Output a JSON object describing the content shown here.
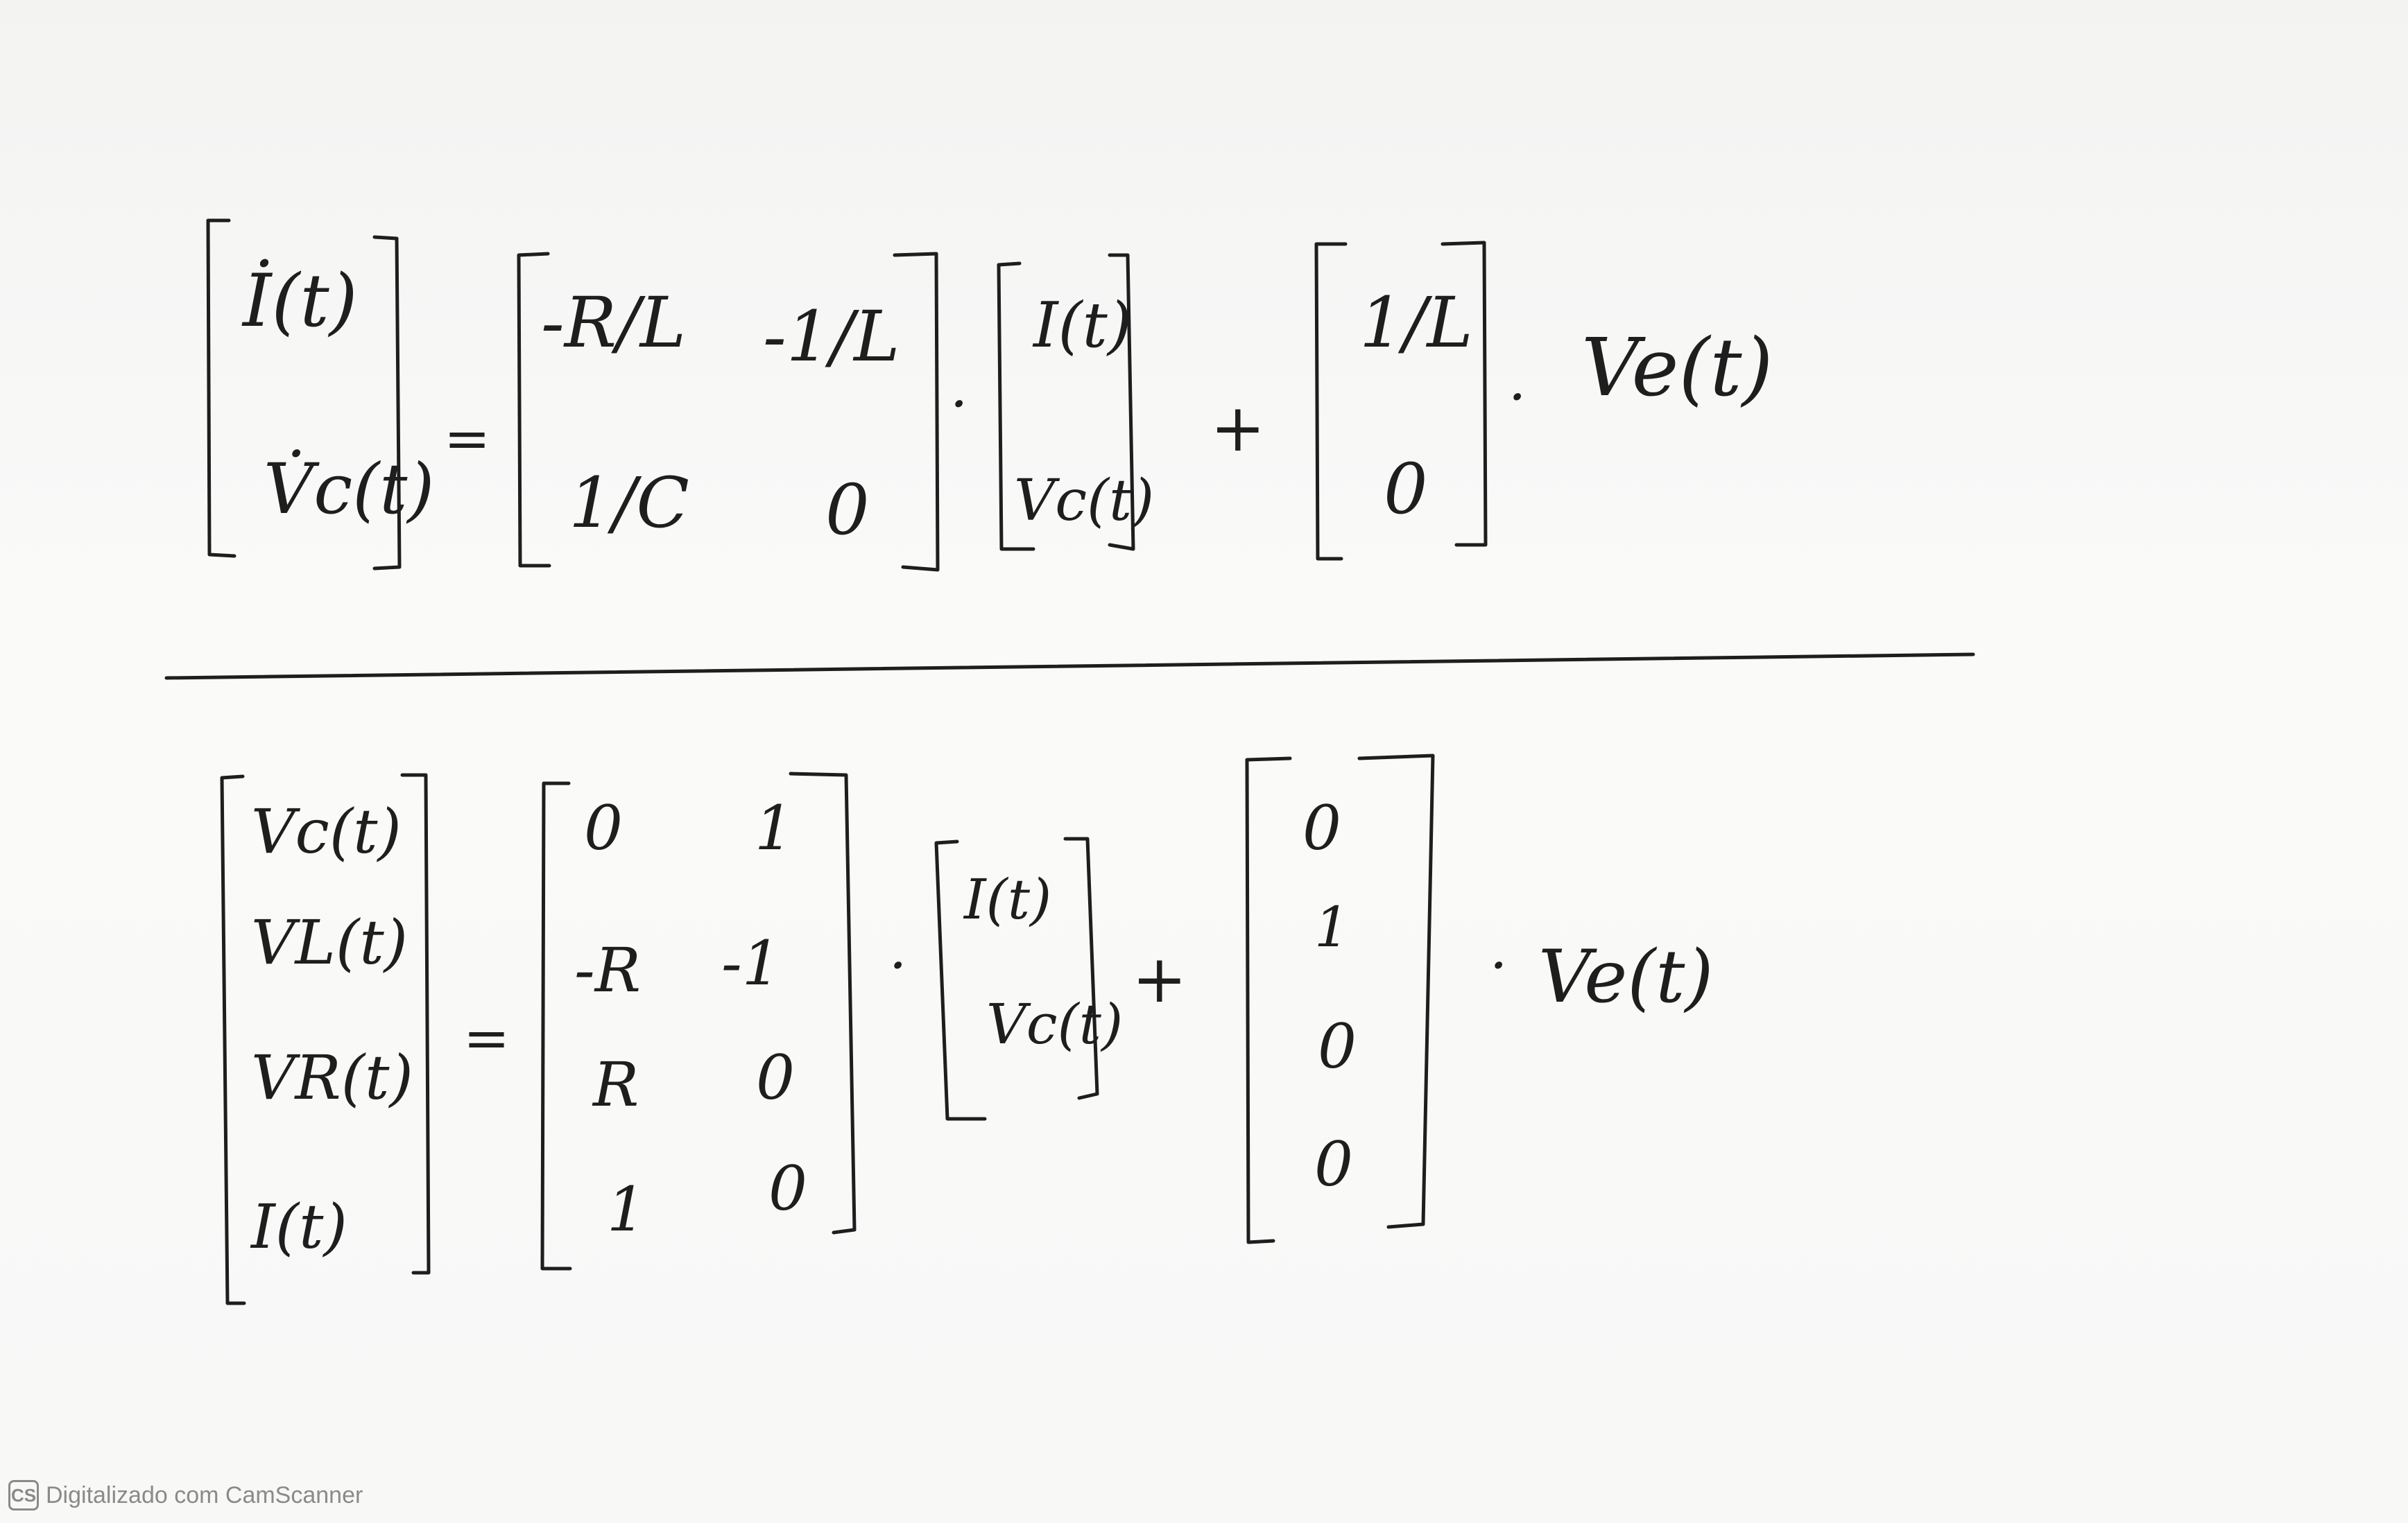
{
  "equation1": {
    "lhs": [
      "İ(t)",
      "V̇c(t)"
    ],
    "equals": "=",
    "matrix_a": [
      [
        "-R/L",
        "-1/L"
      ],
      [
        "1/C",
        "0"
      ]
    ],
    "dot1": "·",
    "state": [
      "I(t)",
      "Vc(t)"
    ],
    "plus": "+",
    "matrix_b": [
      "1/L",
      "0"
    ],
    "dot2": "·",
    "input": "Ve(t)"
  },
  "equation2": {
    "lhs": [
      "Vc(t)",
      "VL(t)",
      "VR(t)",
      "I(t)"
    ],
    "equals": "=",
    "matrix_c": [
      [
        "0",
        "1"
      ],
      [
        "-R",
        "-1"
      ],
      [
        "R",
        "0"
      ],
      [
        "1",
        "0"
      ]
    ],
    "dot1": "·",
    "state": [
      "I(t)",
      "Vc(t)"
    ],
    "plus": "+",
    "matrix_d": [
      "0",
      "1",
      "0",
      "0"
    ],
    "dot2": "·",
    "input": "Ve(t)"
  },
  "footer": {
    "logo": "CS",
    "text": "Digitalizado com CamScanner"
  }
}
